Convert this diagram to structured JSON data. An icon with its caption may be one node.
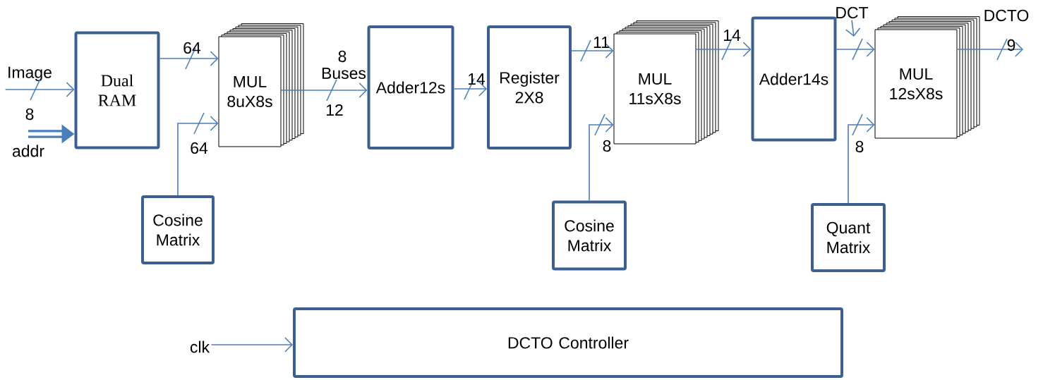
{
  "diagram": {
    "nodes": [
      {
        "text": [
          "Dual RAM"
        ]
      },
      {
        "text": [
          "MUL 8uX8s"
        ]
      },
      {
        "text": [
          "Cosine Matrix"
        ]
      },
      {
        "text": [
          "Adder12s"
        ]
      },
      {
        "text": [
          "Register 2X8"
        ]
      },
      {
        "text": [
          "MUL 11sX8s"
        ]
      },
      {
        "text": [
          "Cosine Matrix"
        ]
      },
      {
        "text": [
          "Adder14s"
        ]
      },
      {
        "text": [
          "MUL 12sX8s"
        ]
      },
      {
        "text": [
          "Quant Matrix"
        ]
      },
      {
        "text": [
          "DCTO Controller"
        ]
      },
      {
        "text": [
          "Image"
        ]
      },
      {
        "text": [
          "addr"
        ]
      },
      {
        "text": [
          "clk"
        ]
      },
      {
        "text": [
          "DCT"
        ]
      }
    ],
    "edges": [
      {
        "from": 11,
        "to": 0,
        "arrow": "to"
      },
      {
        "from": 12,
        "to": 0,
        "arrow": "to",
        "style": "thick"
      },
      {
        "from": 0,
        "to": 1,
        "arrow": "to",
        "label": "64"
      },
      {
        "from": 2,
        "to": 1,
        "arrow": "to",
        "label": "64"
      },
      {
        "from": 1,
        "to": 3,
        "arrow": "to"
      },
      {
        "from": 3,
        "to": 4,
        "arrow": "to",
        "label": "14"
      },
      {
        "from": 4,
        "to": 5,
        "arrow": "to",
        "label": "11"
      },
      {
        "from": 6,
        "to": 5,
        "arrow": "to",
        "label": "8"
      },
      {
        "from": 5,
        "to": 7,
        "arrow": "to",
        "label": "14"
      },
      {
        "from": 7,
        "to": 8,
        "arrow": "to"
      },
      {
        "from": 14,
        "to": null,
        "arrow": "to"
      },
      {
        "from": 9,
        "to": 8,
        "arrow": "to",
        "label": "8"
      },
      {
        "from": 8,
        "to": null,
        "arrow": "to",
        "label": "9"
      },
      {
        "from": 13,
        "to": 10,
        "arrow": "to"
      }
    ],
    "labels": [
      "8",
      "8",
      "Buses",
      "12",
      "DCTO"
    ]
  }
}
